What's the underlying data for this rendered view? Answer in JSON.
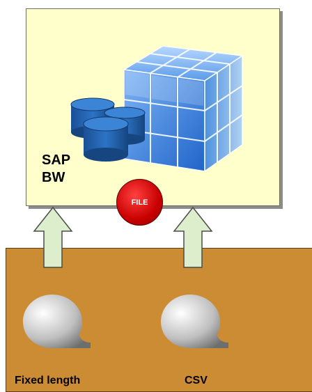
{
  "sap": {
    "line1": "SAP",
    "line2": "BW"
  },
  "file_badge": "FILE",
  "sources": [
    {
      "label": "Fixed length"
    },
    {
      "label": "CSV"
    }
  ],
  "colors": {
    "sap_box": "#ffffcc",
    "source_box": "#cc8c33",
    "arrow_fill": "#ddeecc",
    "cube": "#2d7bd6",
    "database": "#1f5fa8",
    "file_badge": "#c80000"
  },
  "icons": [
    "olap-cube-icon",
    "database-icon",
    "upload-arrow-icon",
    "file-document-icon"
  ]
}
